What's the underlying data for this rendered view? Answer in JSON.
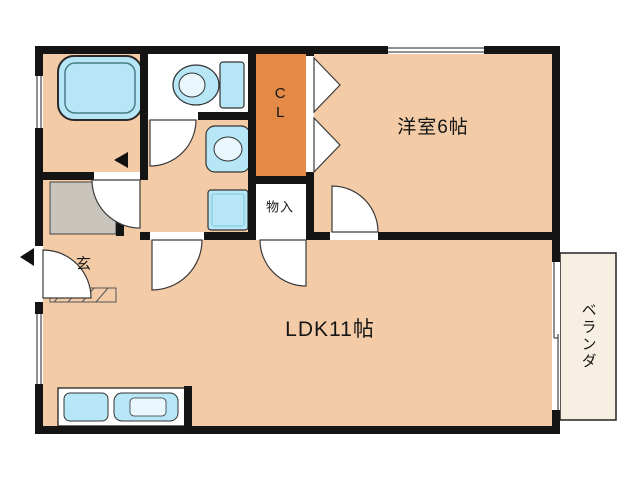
{
  "floorplan": {
    "labels": {
      "western_room": "洋室6帖",
      "ldk": "LDK11帖",
      "closet": "CL",
      "storage": "物入",
      "entrance": "玄",
      "veranda": "ベランダ"
    },
    "colors": {
      "wall": "#141414",
      "room_fill": "#f3cba6",
      "closet_fill": "#e28a46",
      "fixture_fill": "#b7e7f6",
      "fixture_inner": "#eaf8fd",
      "cabinet_fill": "#c9c4bc",
      "veranda_fill": "#f7f0e2"
    }
  }
}
